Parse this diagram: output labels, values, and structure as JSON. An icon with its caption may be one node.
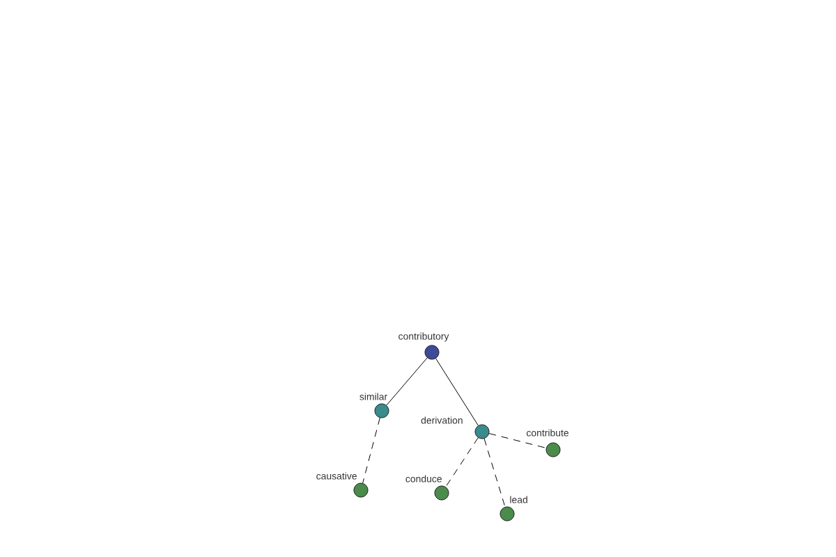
{
  "diagram": {
    "nodes": [
      {
        "text": [
          "contributory"
        ]
      },
      {
        "text": [
          "similar"
        ]
      },
      {
        "text": [
          "derivation"
        ]
      },
      {
        "text": [
          "causative"
        ]
      },
      {
        "text": [
          "conduce"
        ]
      },
      {
        "text": [
          "lead"
        ]
      },
      {
        "text": [
          "contribute"
        ]
      }
    ],
    "edges": [
      {
        "from": 0,
        "to": 1,
        "arrow": "none"
      },
      {
        "from": 0,
        "to": 2,
        "arrow": "none"
      },
      {
        "from": 1,
        "to": 3,
        "arrow": "none",
        "style": "dashed"
      },
      {
        "from": 2,
        "to": 4,
        "arrow": "none",
        "style": "dashed"
      },
      {
        "from": 2,
        "to": 5,
        "arrow": "none",
        "style": "dashed"
      },
      {
        "from": 2,
        "to": 6,
        "arrow": "none",
        "style": "dashed"
      }
    ]
  }
}
